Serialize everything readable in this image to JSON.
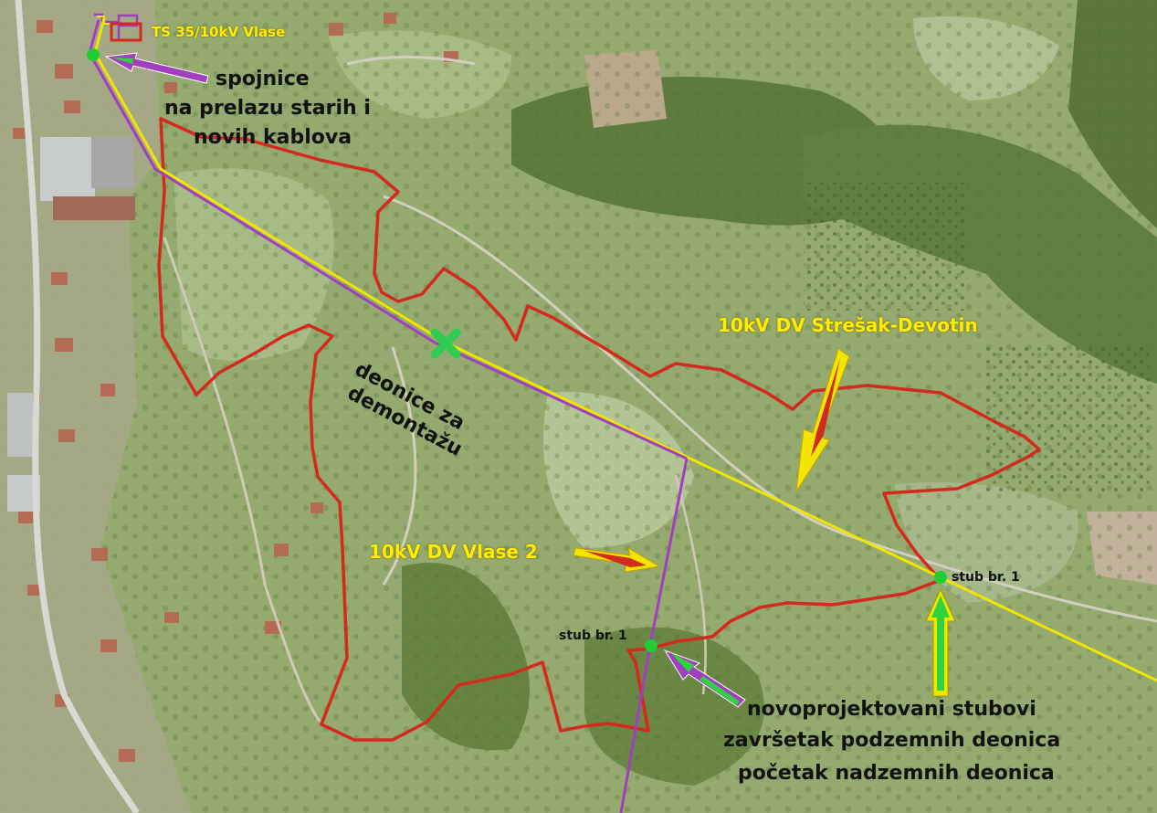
{
  "labels": {
    "substation": "TS 35/10kV Vlase",
    "joints": [
      "spojnice",
      "na prelazu starih i",
      "novih kablova"
    ],
    "dismantle": [
      "deonice za",
      "demontažu"
    ],
    "line_stresak": "10kV DV Strešak-Devotin",
    "line_vlase2": "10kV DV Vlase 2",
    "pole_left": "stub br. 1",
    "pole_right": "stub br. 1",
    "new_poles": [
      "novoprojektovani stubovi",
      "završetak podzemnih deonica",
      "početak nadzemnih deonica"
    ]
  },
  "colors": {
    "boundary": "#d42a1e",
    "line_yellow": "#f2e600",
    "line_purple": "#a23fbf",
    "pole_marker": "#22cc33",
    "dismantle_marker": "#2ecc52",
    "arrow_red": "#d42a1e",
    "arrow_green": "#2fd23f",
    "arrow_purple": "#a23fbf",
    "text_yellow": "#ffee00",
    "text_black": "#111111"
  },
  "icons": {
    "pole": "green-dot",
    "dismantle": "green-x-mark",
    "arrows": "callout-arrow"
  }
}
